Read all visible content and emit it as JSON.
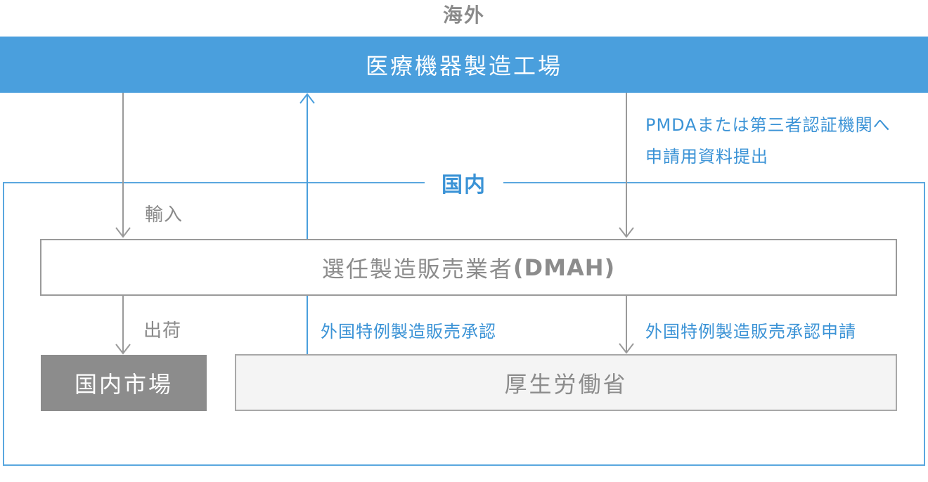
{
  "overseas": {
    "label": "海外"
  },
  "factory": {
    "label": "医療機器製造工場"
  },
  "domestic": {
    "label": "国内"
  },
  "dmah": {
    "label": "選任製造販売業者",
    "latin": "(DMAH)"
  },
  "market": {
    "label": "国内市場"
  },
  "mhlw": {
    "label": "厚生労働省"
  },
  "flows": {
    "import": "輸入",
    "ship": "出荷",
    "approval": "外国特例製造販売承認",
    "approval_application": "外国特例製造販売承認申請",
    "pmda_line1": "PMDAまたは第三者認証機関へ",
    "pmda_line2": "申請用資料提出"
  },
  "colors": {
    "factory": "#4a9fdd",
    "domestic_frame": "#5aa7df",
    "gray_arrow": "#9a9a9a",
    "blue_arrow": "#4a9fdd",
    "market_fill": "#8c8c8c",
    "mhlw_fill": "#f4f4f4"
  }
}
